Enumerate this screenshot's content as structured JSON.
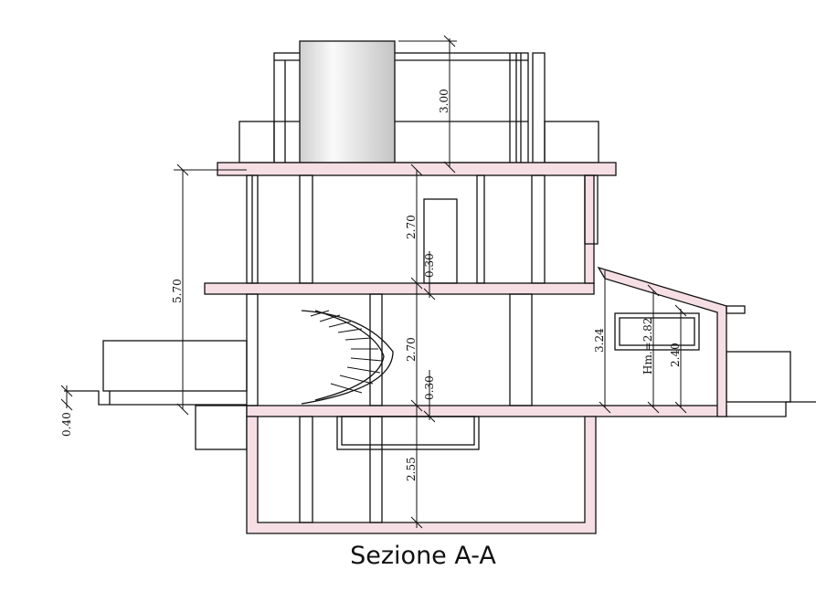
{
  "title": "Sezione A-A",
  "dimensions": {
    "total_height": "5.70",
    "roof_structure": "3.00",
    "first_floor": "2.70",
    "first_slab": "0.30",
    "ground_floor": "2.70",
    "ground_slab": "0.30",
    "basement": "2.55",
    "annex_max": "3.24",
    "annex_mean": "Hm.=2.82",
    "annex_min": "2.40",
    "terrain_step": "0.40"
  },
  "colors": {
    "slab_fill": "#f5dfe5",
    "line": "#111111"
  }
}
